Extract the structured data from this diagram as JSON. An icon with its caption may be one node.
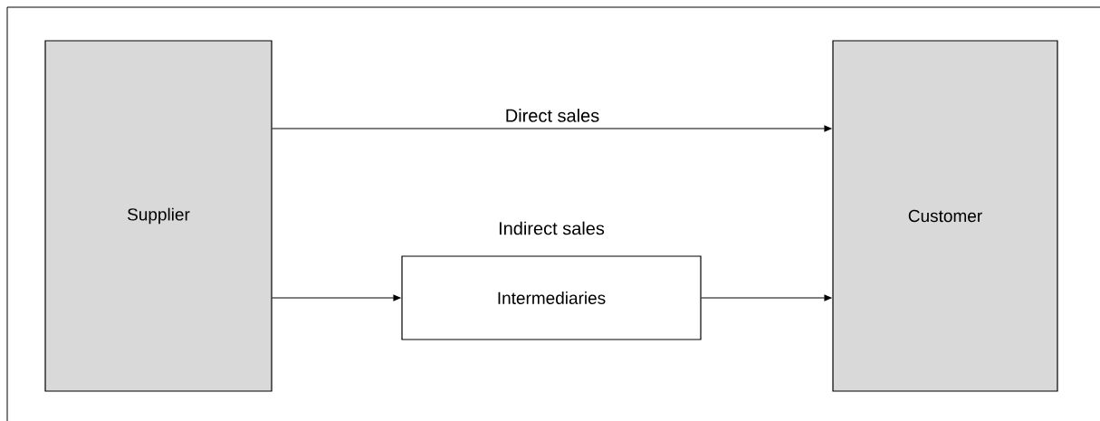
{
  "diagram": {
    "nodes": [
      {
        "text": [
          "Supplier"
        ]
      },
      {
        "text": [
          "Customer"
        ]
      },
      {
        "text": [
          "Intermediaries"
        ]
      }
    ],
    "edges": [
      {
        "from": 0,
        "to": 1,
        "arrow": "to",
        "label": "Direct sales"
      },
      {
        "from": 0,
        "to": 2,
        "arrow": "to"
      },
      {
        "from": 2,
        "to": 1,
        "arrow": "to"
      }
    ],
    "labels": [
      "Indirect sales"
    ]
  }
}
